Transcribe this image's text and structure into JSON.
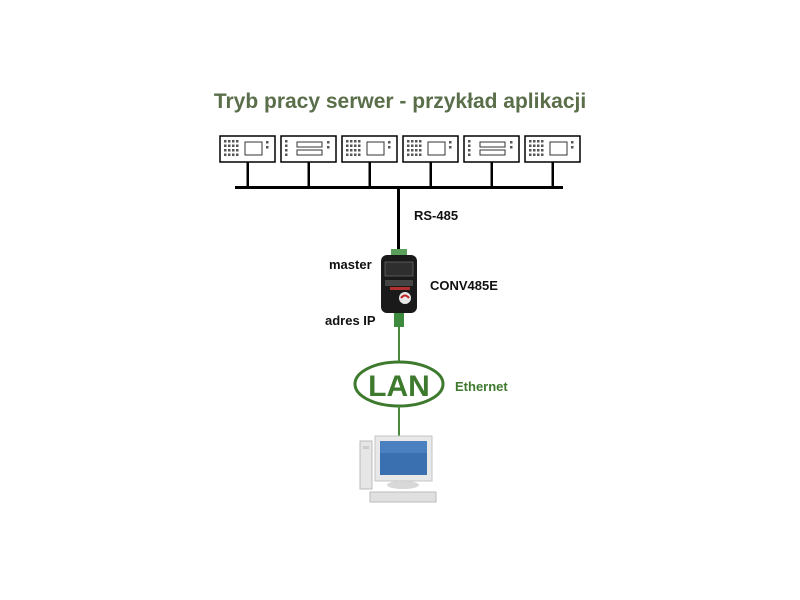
{
  "diagram": {
    "title": "Tryb pracy serwer - przykład aplikacji",
    "bus_label": "RS-485",
    "converter_role": "master",
    "converter_name": "CONV485E",
    "ip_label": "adres IP",
    "network_label": "LAN",
    "network_type": "Ethernet",
    "devices": [
      {
        "type": "keypad-display"
      },
      {
        "type": "dual-display"
      },
      {
        "type": "keypad-display"
      },
      {
        "type": "keypad-display"
      },
      {
        "type": "dual-display"
      },
      {
        "type": "keypad-display"
      }
    ],
    "colors": {
      "title": "#5a6e4a",
      "network": "#3e7a2e",
      "bus": "#000000",
      "converter_body": "#1a1a1a",
      "screen": "#3a6fb0"
    }
  }
}
